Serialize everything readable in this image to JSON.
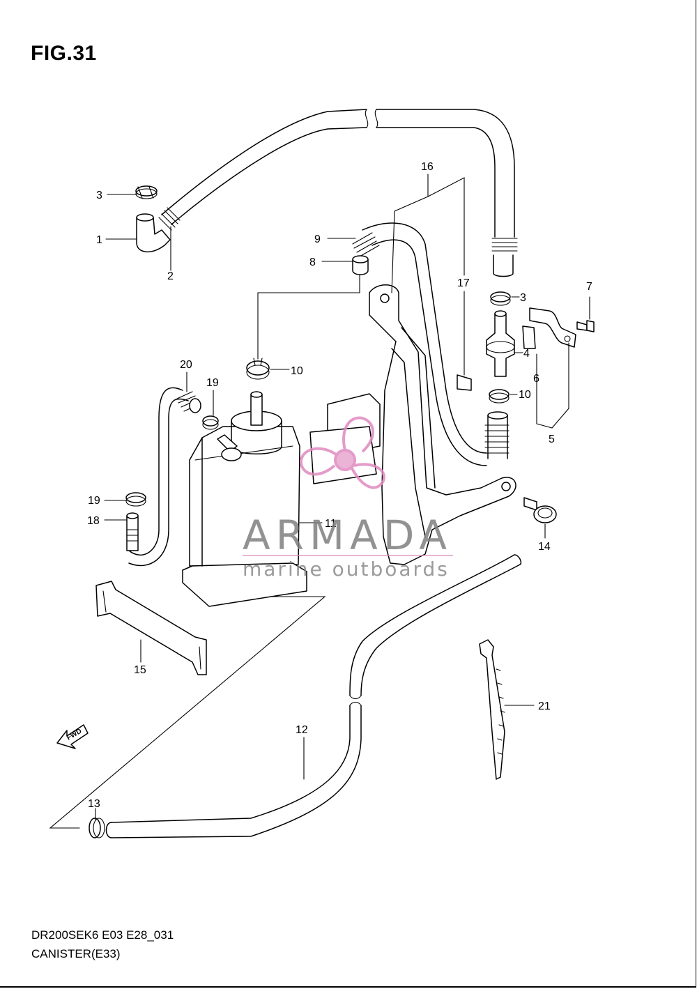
{
  "figure": {
    "title": "FIG.31",
    "code": "DR200SEK6 E03 E28_031",
    "name": "CANISTER(E33)"
  },
  "callouts": [
    "1",
    "2",
    "3",
    "3",
    "4",
    "5",
    "6",
    "7",
    "8",
    "9",
    "10",
    "10",
    "11",
    "12",
    "13",
    "14",
    "15",
    "16",
    "17",
    "18",
    "19",
    "19",
    "20",
    "21"
  ],
  "fwd_label": "FWD",
  "watermark": {
    "brand": "ARMADA",
    "tagline": "marine outboards",
    "color": "#e08ac0"
  }
}
